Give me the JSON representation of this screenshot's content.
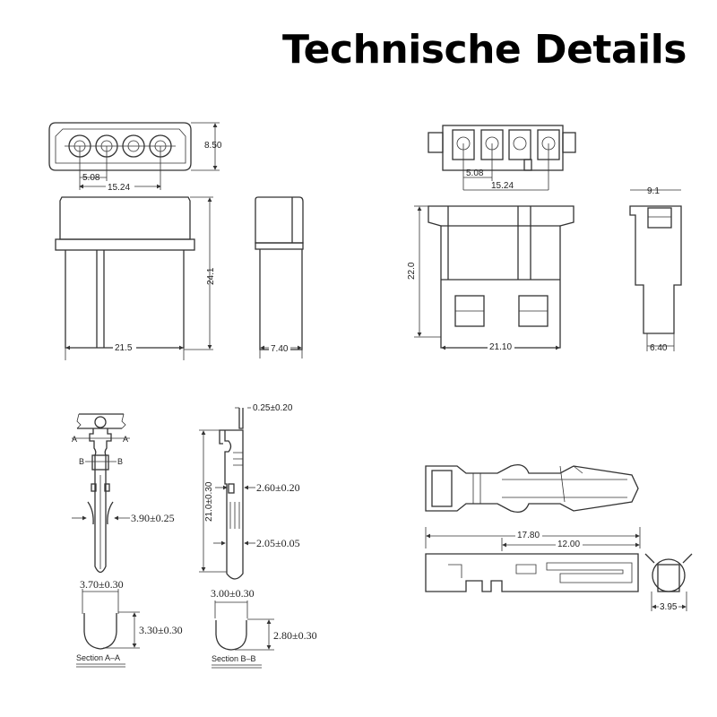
{
  "title": "Technische Details",
  "connector_a": {
    "face_height": "8.50",
    "pitch": "5.08",
    "pin_span": "15.24",
    "body_height": "24.1",
    "body_width": "21.5",
    "side_depth": "7.40"
  },
  "connector_b": {
    "pitch": "5.08",
    "pin_span": "15.24",
    "body_height": "22.0",
    "body_width": "21.10",
    "side_top": "9.1",
    "side_depth": "6.40"
  },
  "pin_male": {
    "label_a": "A",
    "label_b": "B",
    "width": "3.90±0.25",
    "section_a_width": "3.70±0.30",
    "section_a_height": "3.30±0.30",
    "section_a_label": "Section  A–A"
  },
  "pin_side": {
    "thickness": "0.25±0.20",
    "length": "21.0±0.30",
    "tab": "2.60±0.20",
    "tip": "2.05±0.05",
    "section_b_width": "3.00±0.30",
    "section_b_height": "2.80±0.30",
    "section_b_label": "Section  B–B"
  },
  "terminal_female": {
    "length": "17.80",
    "contact_length": "12.00",
    "end_width": "3.95"
  }
}
